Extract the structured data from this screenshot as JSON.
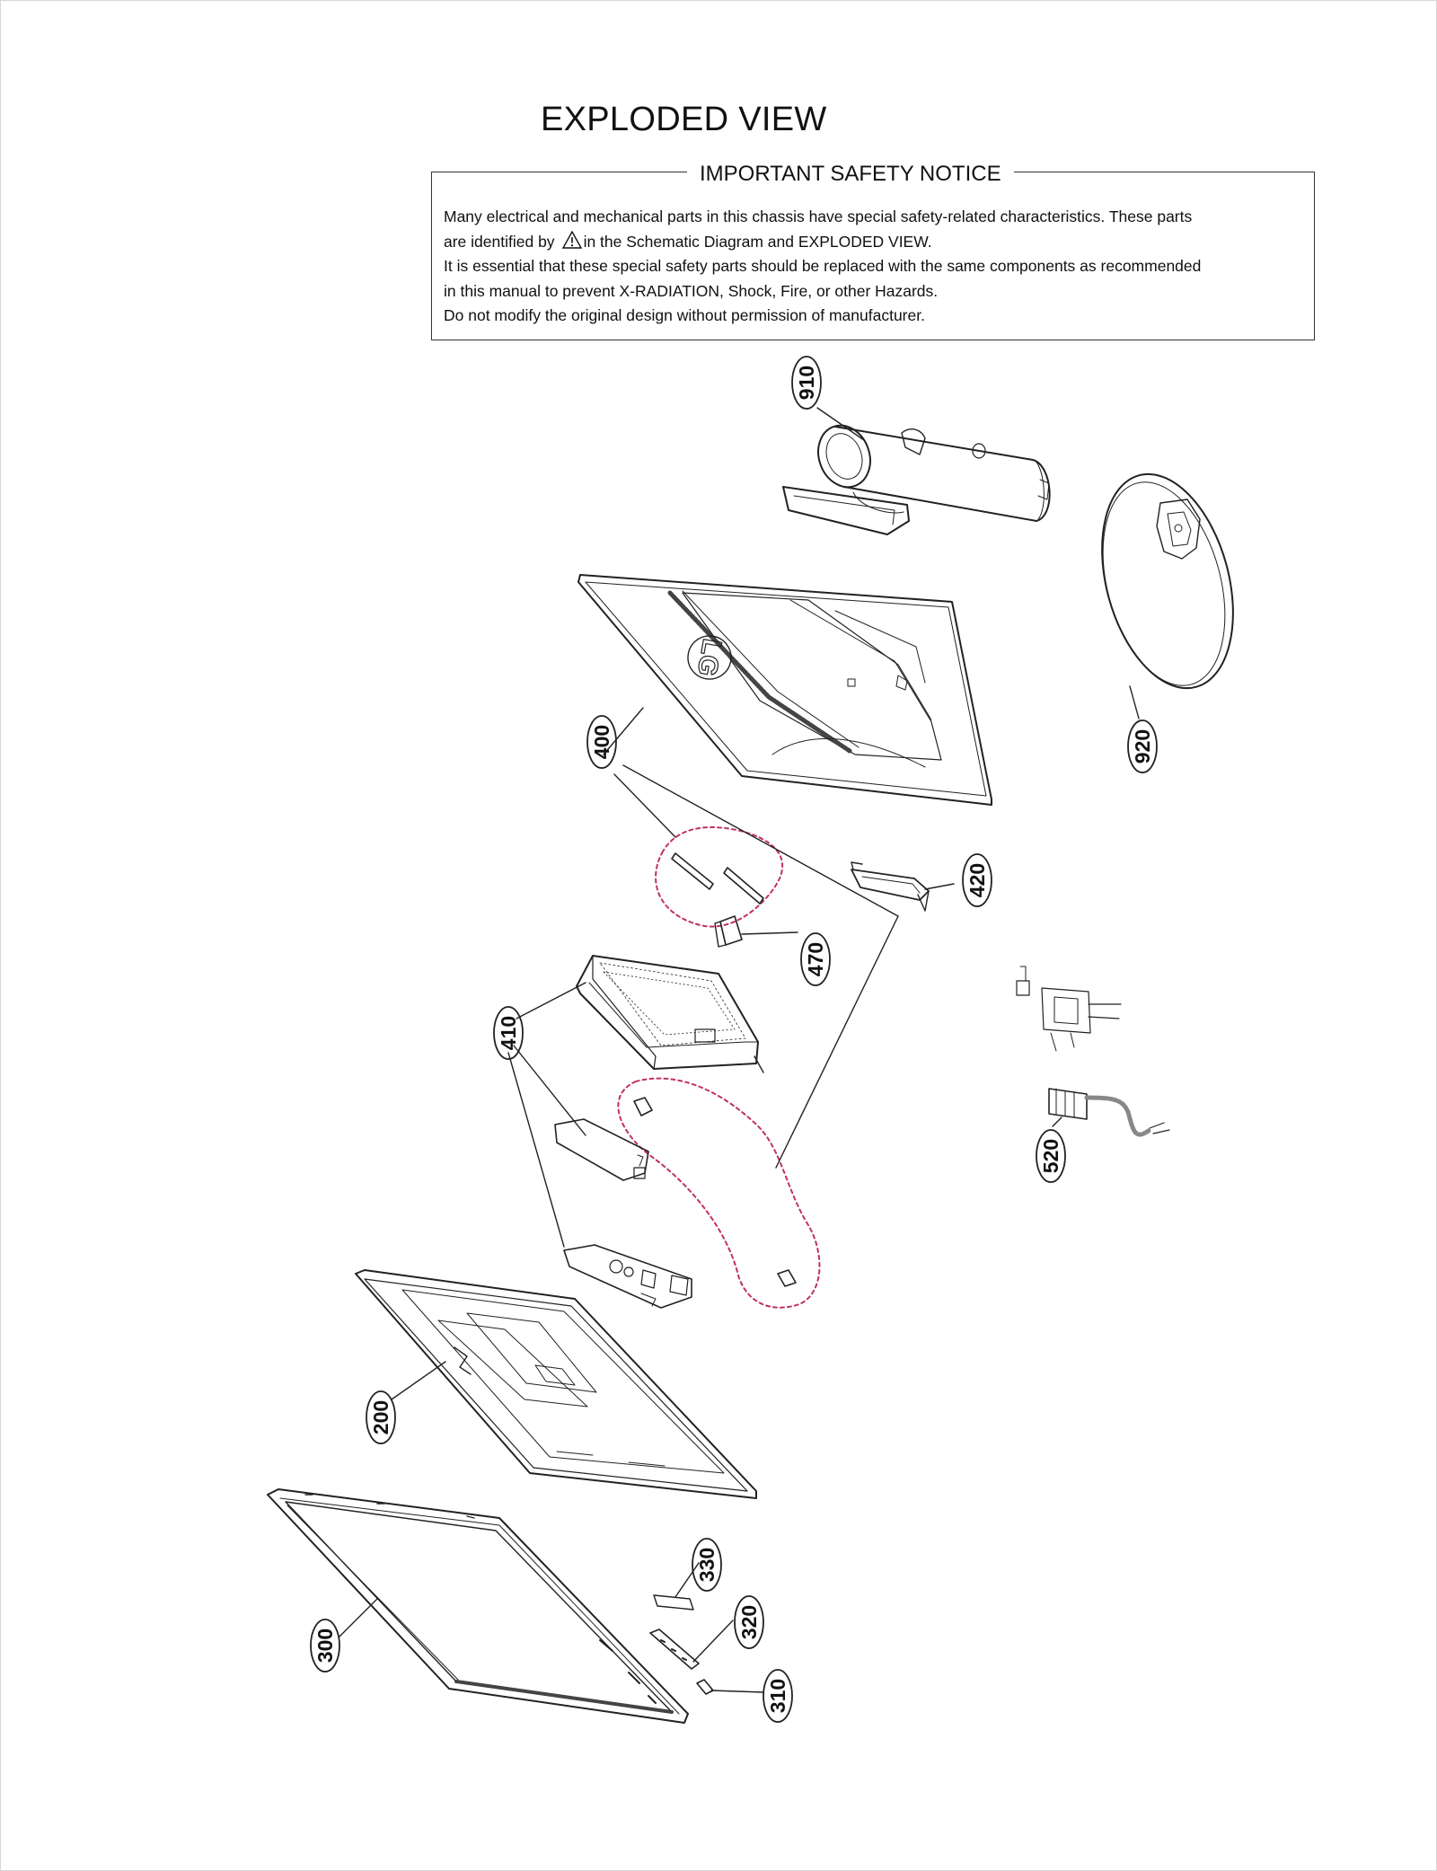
{
  "title": "EXPLODED VIEW",
  "notice": {
    "title": "IMPORTANT SAFETY NOTICE",
    "line1": "Many electrical and mechanical parts in this chassis have special safety-related characteristics. These parts",
    "line2_before": "are identified by",
    "line2_after": "in the Schematic Diagram and EXPLODED VIEW.",
    "line3": "It is essential that these special safety parts should be replaced with the same components as recommended",
    "line4": "in this manual to prevent X-RADIATION, Shock, Fire, or other Hazards.",
    "line5": "Do not modify the original design without permission of manufacturer."
  },
  "rear_cover_logo": "LG",
  "callouts": {
    "c910": "910",
    "c920": "920",
    "c400": "400",
    "c420": "420",
    "c470": "470",
    "c410": "410",
    "c520": "520",
    "c200": "200",
    "c300": "300",
    "c330": "330",
    "c320": "320",
    "c310": "310"
  },
  "colors": {
    "line": "#222222",
    "dashed_group": "#c0306a"
  }
}
